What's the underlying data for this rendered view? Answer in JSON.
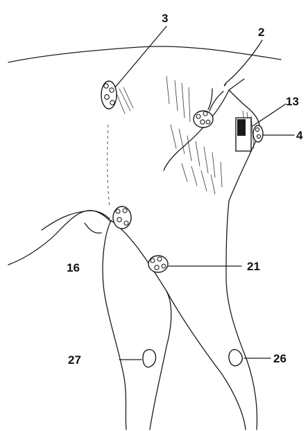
{
  "labels": {
    "l2": "2",
    "l3": "3",
    "l4": "4",
    "l13": "13",
    "l16": "16",
    "l21": "21",
    "l26": "26",
    "l27": "27"
  }
}
